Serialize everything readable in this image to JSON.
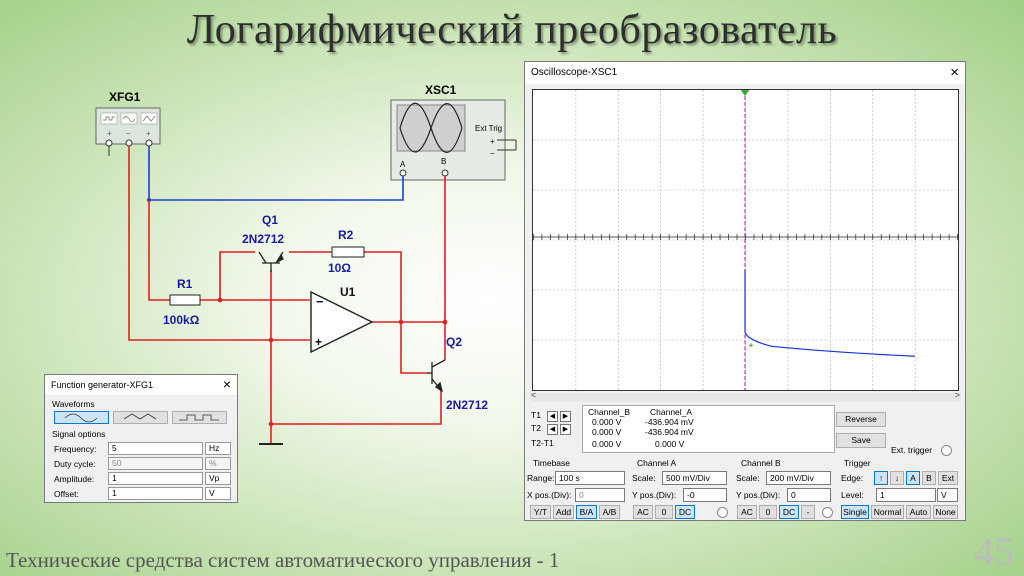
{
  "slide": {
    "title": "Логарифмический преобразователь",
    "footer": "Технические средства систем автоматического управления - 1",
    "number": "45"
  },
  "schematic": {
    "xfg_label": "XFG1",
    "xsc_label": "XSC1",
    "ext_trig": "Ext Trig",
    "ch_a": "A",
    "ch_b": "B",
    "q1_name": "Q1",
    "q1_model": "2N2712",
    "q2_name": "Q2",
    "q2_model": "2N2712",
    "r1_name": "R1",
    "r1_value": "100kΩ",
    "r2_name": "R2",
    "r2_value": "10Ω",
    "u1_name": "U1",
    "minus": "−",
    "plus": "+"
  },
  "colors": {
    "wire_red": "#e02020",
    "wire_blue": "#1c3fd0",
    "trace": "#1c2fd8",
    "cursor": "#d000d0"
  },
  "oscilloscope": {
    "title": "Oscilloscope-XSC1",
    "close": "×",
    "readout": {
      "col_b": "Channel_B",
      "col_a": "Channel_A",
      "t1": "T1",
      "t2": "T2",
      "t2t1": "T2-T1",
      "t1_b": "0.000 V",
      "t1_a": "-436.904 mV",
      "t2_b": "0.000 V",
      "t2_a": "-436.904 mV",
      "d_b": "0.000 V",
      "d_a": "0.000 V"
    },
    "reverse": "Reverse",
    "save": "Save",
    "ext_trigger": "Ext. trigger",
    "timebase": {
      "title": "Timebase",
      "range_label": "Range:",
      "range": "100 s",
      "xpos_label": "X pos.(Div):",
      "xpos": "0",
      "buttons": [
        "Y/T",
        "Add",
        "B/A",
        "A/B"
      ]
    },
    "channel_a": {
      "title": "Channel A",
      "scale_label": "Scale:",
      "scale": "500 mV/Div",
      "ypos_label": "Y pos.(Div):",
      "ypos": "-0",
      "buttons": [
        "AC",
        "0",
        "DC"
      ]
    },
    "channel_b": {
      "title": "Channel B",
      "scale_label": "Scale:",
      "scale": "200 mV/Div",
      "ypos_label": "Y pos.(Div):",
      "ypos": "0",
      "buttons": [
        "AC",
        "0",
        "DC",
        "-"
      ]
    },
    "trigger": {
      "title": "Trigger",
      "edge_label": "Edge:",
      "edge_buttons": [
        "A",
        "B",
        "Ext"
      ],
      "level_label": "Level:",
      "level": "1",
      "level_unit": "V",
      "buttons": [
        "Single",
        "Normal",
        "Auto",
        "None"
      ]
    }
  },
  "function_generator": {
    "title": "Function generator-XFG1",
    "close": "×",
    "waveforms_label": "Waveforms",
    "signal_options_label": "Signal options",
    "rows": [
      {
        "label": "Frequency:",
        "value": "5",
        "unit": "Hz"
      },
      {
        "label": "Duty cycle:",
        "value": "50",
        "unit": "%"
      },
      {
        "label": "Amplitude:",
        "value": "1",
        "unit": "Vp"
      },
      {
        "label": "Offset:",
        "value": "1",
        "unit": "V"
      }
    ]
  }
}
